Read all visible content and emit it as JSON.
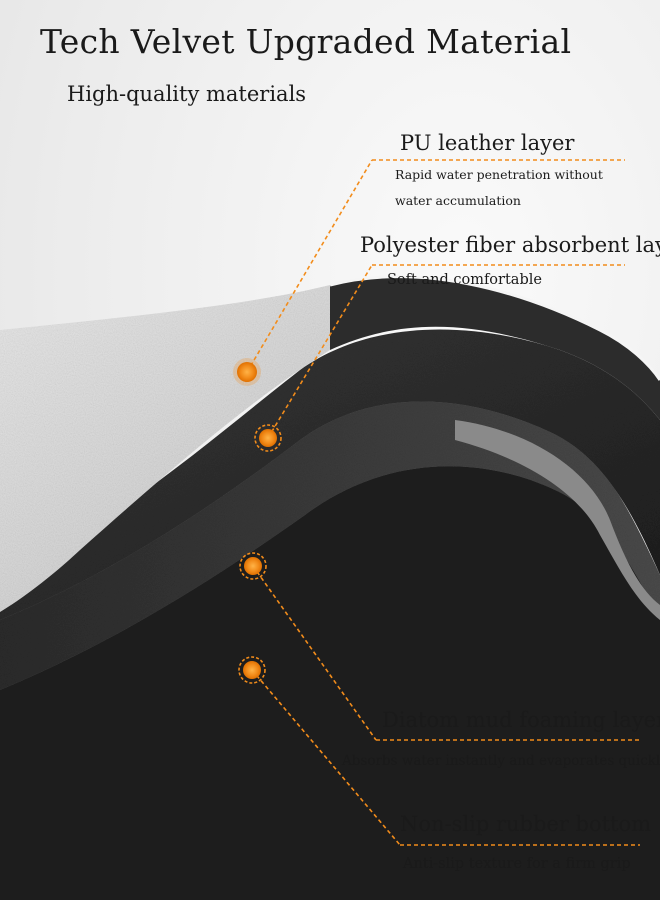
{
  "title": "Tech Velvet Upgraded Material",
  "subtitle": "High-quality materials",
  "accent_color": "#f28c1b",
  "layers": [
    {
      "label": "PU leather layer",
      "description_lines": [
        "Rapid water penetration without",
        "water accumulation"
      ]
    },
    {
      "label": "Polyester fiber absorbent layer",
      "description_lines": [
        "Soft and comfortable"
      ]
    },
    {
      "label": "Diatom mud foaming layer",
      "description_lines": [
        "Absorbs water instantly and evaporates quickly"
      ]
    },
    {
      "label": "Non-slip rubber bottom",
      "description_lines": [
        "Anti-slip texture for a firm grip"
      ]
    }
  ]
}
